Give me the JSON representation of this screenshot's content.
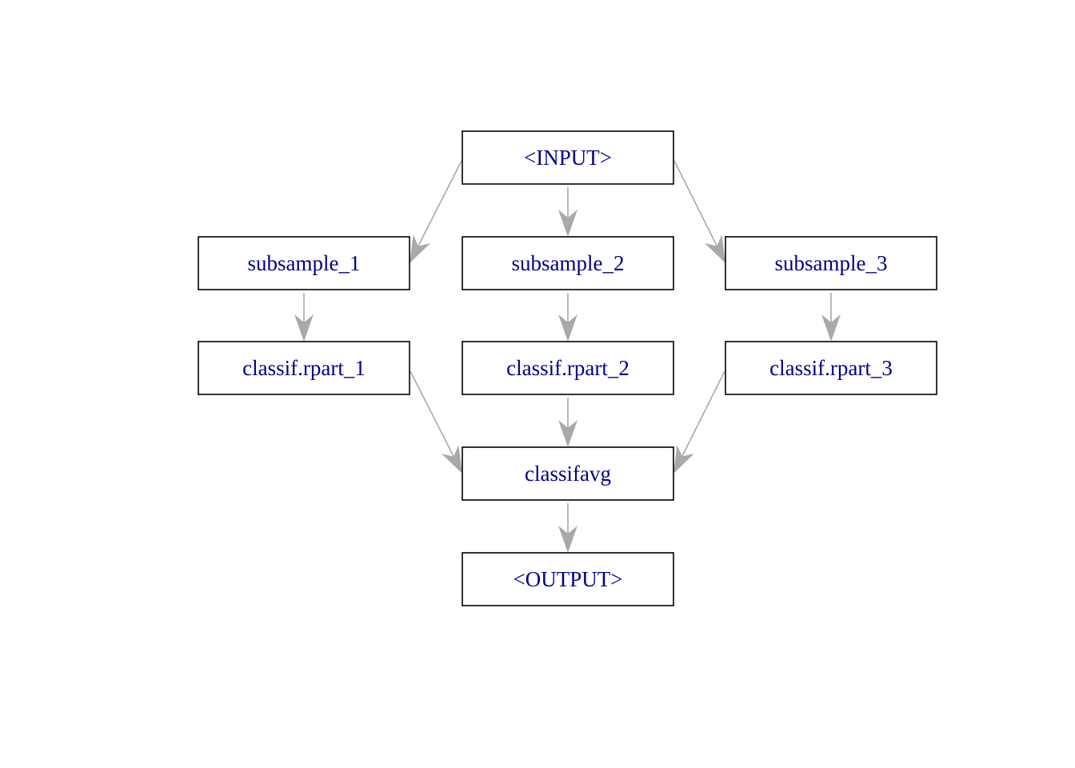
{
  "graph": {
    "nodes": [
      {
        "id": "input",
        "label": "<INPUT>"
      },
      {
        "id": "subsample_1",
        "label": "subsample_1"
      },
      {
        "id": "subsample_2",
        "label": "subsample_2"
      },
      {
        "id": "subsample_3",
        "label": "subsample_3"
      },
      {
        "id": "rpart_1",
        "label": "classif.rpart_1"
      },
      {
        "id": "rpart_2",
        "label": "classif.rpart_2"
      },
      {
        "id": "rpart_3",
        "label": "classif.rpart_3"
      },
      {
        "id": "classifavg",
        "label": "classifavg"
      },
      {
        "id": "output",
        "label": "<OUTPUT>"
      }
    ],
    "edges": [
      {
        "from": "input",
        "to": "subsample_1"
      },
      {
        "from": "input",
        "to": "subsample_2"
      },
      {
        "from": "input",
        "to": "subsample_3"
      },
      {
        "from": "subsample_1",
        "to": "rpart_1"
      },
      {
        "from": "subsample_2",
        "to": "rpart_2"
      },
      {
        "from": "subsample_3",
        "to": "rpart_3"
      },
      {
        "from": "rpart_1",
        "to": "classifavg"
      },
      {
        "from": "rpart_2",
        "to": "classifavg"
      },
      {
        "from": "rpart_3",
        "to": "classifavg"
      },
      {
        "from": "classifavg",
        "to": "output"
      }
    ],
    "colors": {
      "label": "#00008b",
      "box_border": "#000000",
      "edge": "#a9a9a9",
      "background": "#ffffff"
    }
  }
}
